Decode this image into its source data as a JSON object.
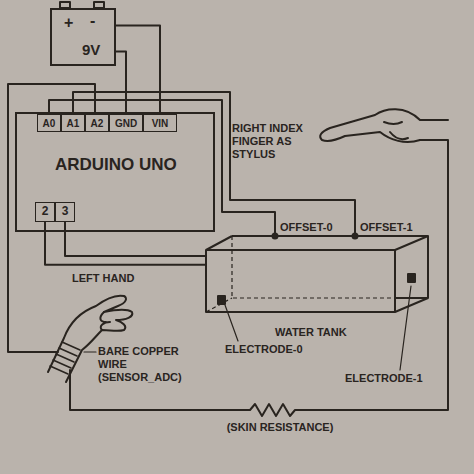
{
  "diagram": {
    "nodes": [
      {
        "text": [
          "+",
          "-",
          "9V"
        ]
      },
      {
        "text": [
          "ARDUINO UNO"
        ]
      },
      {
        "text": [
          "A0"
        ],
        "in": 1
      },
      {
        "text": [
          "A1"
        ],
        "in": 1
      },
      {
        "text": [
          "A2"
        ],
        "in": 1
      },
      {
        "text": [
          "GND"
        ],
        "in": 1
      },
      {
        "text": [
          "VIN"
        ],
        "in": 1
      },
      {
        "text": [
          "2"
        ],
        "in": 1
      },
      {
        "text": [
          "3"
        ],
        "in": 1
      },
      {
        "text": [
          "WATER TANK"
        ]
      }
    ],
    "edges": [
      {
        "from": 0,
        "to": 5,
        "arrow": "none"
      },
      {
        "from": 0,
        "to": 6,
        "arrow": "none"
      },
      {
        "from": 2,
        "to": 9,
        "arrow": "none"
      },
      {
        "from": 3,
        "to": 9,
        "arrow": "none"
      },
      {
        "from": 7,
        "to": 9,
        "arrow": "none"
      },
      {
        "from": 8,
        "to": 9,
        "arrow": "none"
      }
    ],
    "labels": [
      "RIGHT INDEX FINGER AS STYLUS",
      "OFFSET-0",
      "OFFSET-1",
      "LEFT HAND",
      "BARE COPPER WIRE (SENSOR_ADC)",
      "ELECTRODE-0",
      "ELECTRODE-1",
      "(SKIN RESISTANCE)"
    ]
  }
}
